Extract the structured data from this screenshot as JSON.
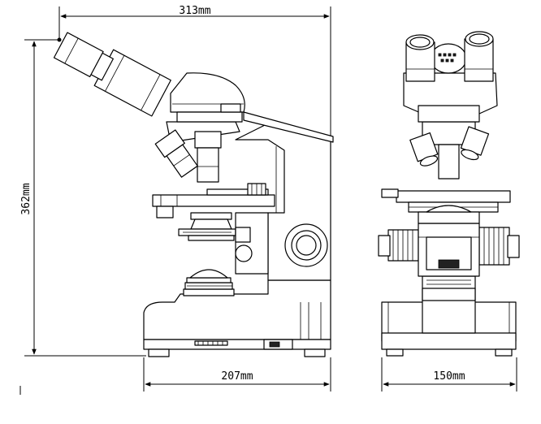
{
  "dimensions": {
    "top_width": "313mm",
    "height": "362mm",
    "base_depth": "207mm",
    "base_width": "150mm"
  }
}
